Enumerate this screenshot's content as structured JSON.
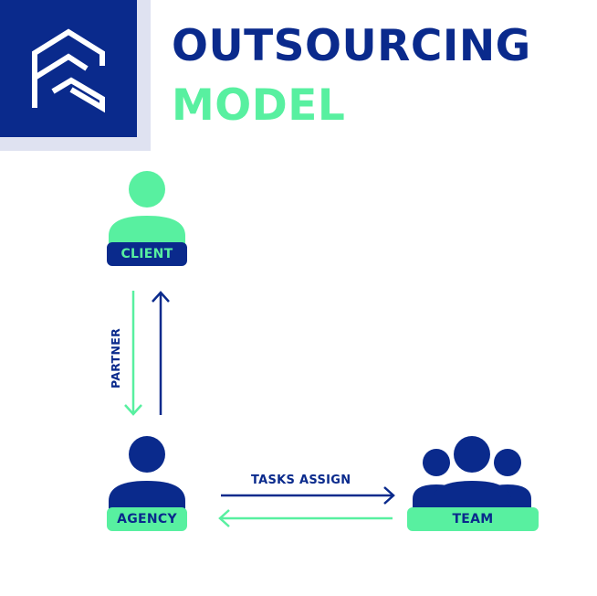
{
  "title": {
    "line1": "OUTSOURCING",
    "line2": "MODEL"
  },
  "logo": {
    "icon": "fs-logo-icon"
  },
  "nodes": {
    "client": {
      "label": "CLIENT",
      "icon": "person-icon"
    },
    "agency": {
      "label": "AGENCY",
      "icon": "person-icon"
    },
    "team": {
      "label": "TEAM",
      "icon": "group-icon"
    }
  },
  "edges": {
    "partner": {
      "label": "PARTNER"
    },
    "tasks": {
      "label": "TASKS ASSIGN"
    }
  },
  "colors": {
    "navy": "#0a2a8c",
    "green": "#58f0a0",
    "shadow": "#dfe2f1"
  }
}
